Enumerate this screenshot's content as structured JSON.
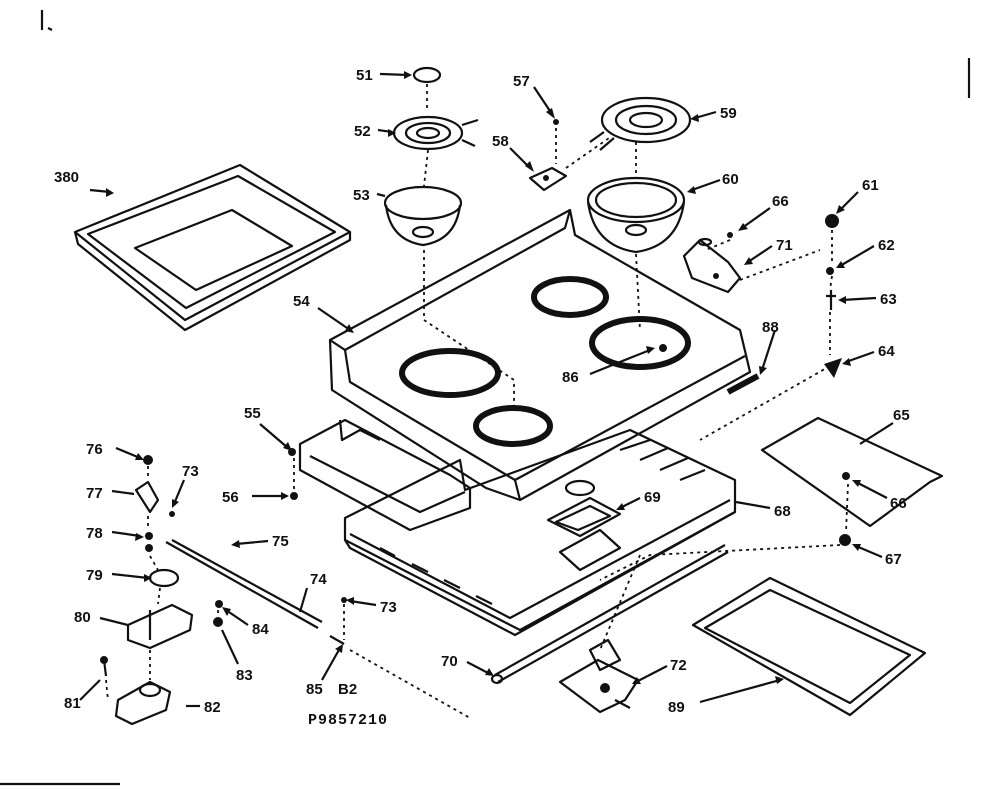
{
  "callouts": {
    "c51": "51",
    "c52": "52",
    "c53": "53",
    "c54": "54",
    "c55": "55",
    "c56": "56",
    "c57": "57",
    "c58": "58",
    "c59": "59",
    "c60": "60",
    "c61": "61",
    "c62": "62",
    "c63": "63",
    "c64": "64",
    "c65": "65",
    "c66a": "66",
    "c66b": "66",
    "c67": "67",
    "c68": "68",
    "c69": "69",
    "c70": "70",
    "c71": "71",
    "c72": "72",
    "c73a": "73",
    "c73b": "73",
    "c74": "74",
    "c75": "75",
    "c76": "76",
    "c77": "77",
    "c78": "78",
    "c79": "79",
    "c80": "80",
    "c81": "81",
    "c82": "82",
    "c83": "83",
    "c84": "84",
    "c85": "85",
    "c86": "86",
    "c88": "88",
    "c89": "89",
    "c380": "380"
  },
  "drawing": {
    "revision": "B2",
    "number": "P9857210"
  }
}
